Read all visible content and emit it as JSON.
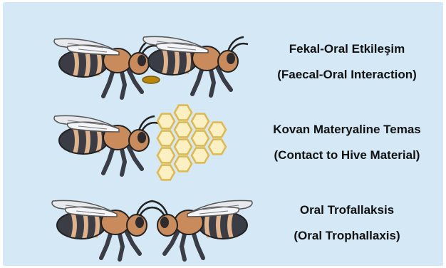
{
  "rows": [
    {
      "title": "Fekal-Oral Etkileşim",
      "subtitle": "(Faecal-Oral Interaction)"
    },
    {
      "title": "Kovan Materyaline Temas",
      "subtitle": "(Contact to Hive Material)"
    },
    {
      "title": "Oral Trofallaksis",
      "subtitle": "(Oral Trophallaxis)"
    }
  ],
  "colors": {
    "background": "#d5e8f5",
    "bee_body": "#c98a5c",
    "bee_stripe_dark": "#3a3d45",
    "bee_stripe_light": "#e2b38b",
    "honeycomb_fill": "#fbf0c4",
    "honeycomb_stroke": "#e0b94a",
    "faeces": "#b8860b"
  }
}
